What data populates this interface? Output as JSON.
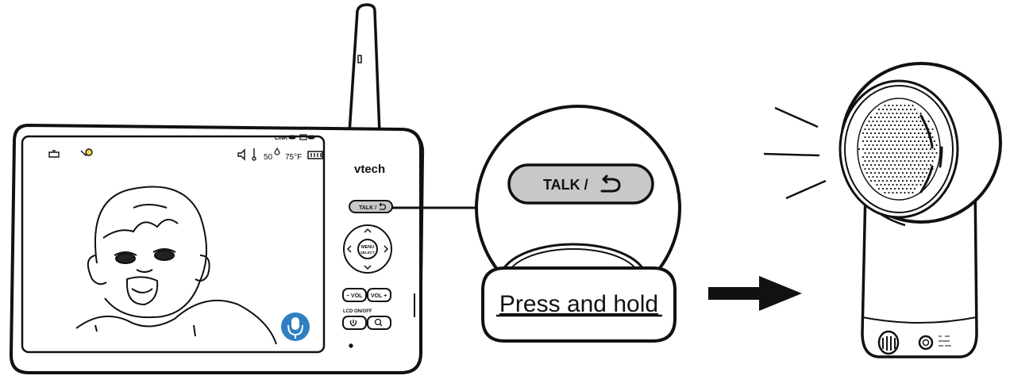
{
  "monitor": {
    "brand": "vtech",
    "link_label": "LINK",
    "status": {
      "mute_icon": "speaker-mute-icon",
      "thermometer_icon": "thermometer-icon",
      "humidity_text": "50",
      "temperature_text": "75°F"
    },
    "talk_button_label": "TALK /",
    "menu_label_top": "MENU",
    "menu_label_bottom": "SELECT",
    "vol_minus_label": "− VOL",
    "vol_plus_label": "VOL +",
    "lcd_label": "LCD ON/OFF"
  },
  "callout": {
    "talk_button_label": "TALK /",
    "instruction": "Press and hold"
  },
  "camera": {
    "sound_lines_icon": "sound-waves-icon"
  },
  "colors": {
    "line": "#111111",
    "button_fill": "#c8c8c8",
    "mic_badge": "#2f7fc1"
  }
}
